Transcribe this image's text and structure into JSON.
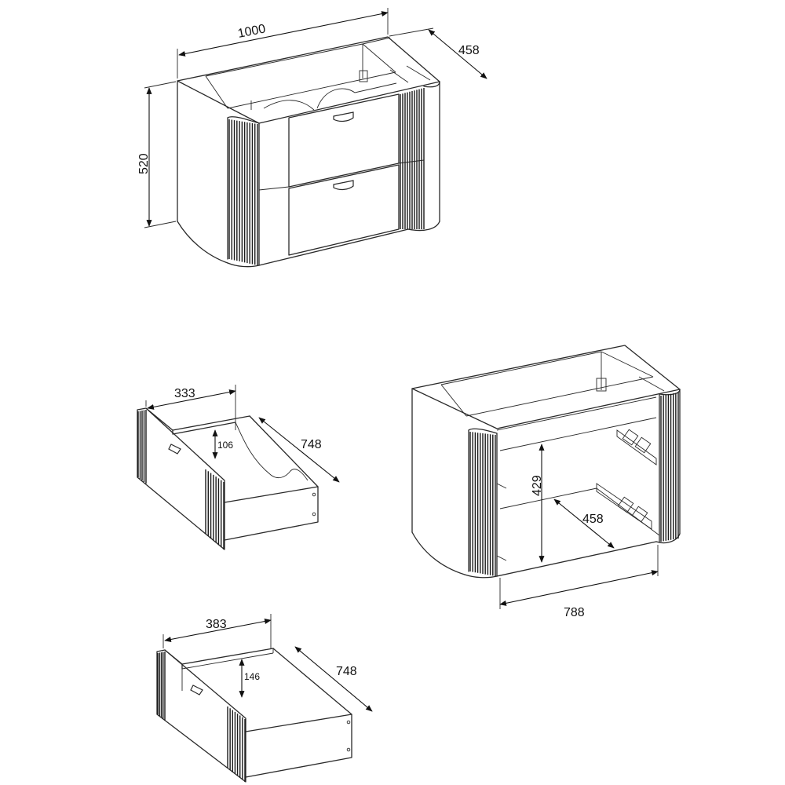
{
  "dimensions": {
    "cabinet_width": "1000",
    "cabinet_depth": "458",
    "cabinet_height": "520",
    "top_drawer_width": "333",
    "top_drawer_height": "106",
    "top_drawer_depth": "748",
    "bottom_drawer_width": "383",
    "bottom_drawer_height": "146",
    "bottom_drawer_depth": "748",
    "carcass_inner_height": "429",
    "carcass_inner_depth": "458",
    "carcass_inner_width": "788"
  },
  "colors": {
    "line": "#2a2a2a",
    "background": "#ffffff"
  }
}
